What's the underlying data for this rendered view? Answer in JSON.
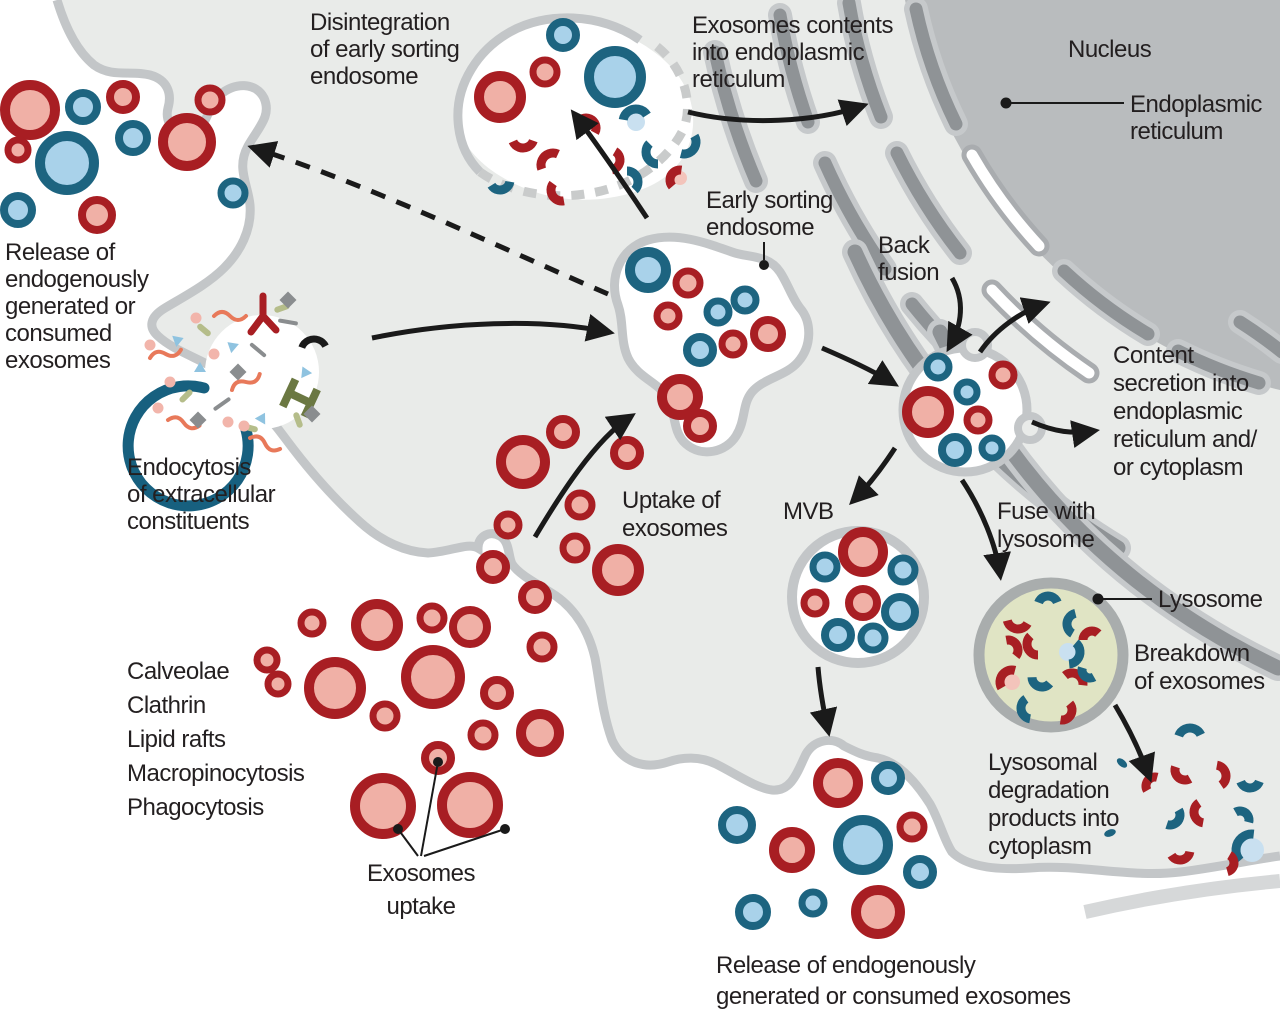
{
  "labels": {
    "disintegration": {
      "lines": [
        "Disintegration",
        "of early sorting",
        "endosome"
      ]
    },
    "exosome_contents": {
      "lines": [
        "Exosomes contents",
        "into endoplasmic",
        "reticulum"
      ]
    },
    "nucleus": {
      "lines": [
        "Nucleus"
      ]
    },
    "endoplasmic_reticulum": {
      "lines": [
        "Endoplasmic",
        "reticulum"
      ]
    },
    "release_top": {
      "lines": [
        "Release of",
        "endogenously",
        "generated or",
        "consumed",
        "exosomes"
      ]
    },
    "endocytosis": {
      "lines": [
        "Endocytosis",
        "of extracellular",
        "constituents"
      ]
    },
    "early_sorting_endosome": {
      "lines": [
        "Early sorting",
        "endosome"
      ]
    },
    "back_fusion": {
      "lines": [
        "Back",
        "fusion"
      ]
    },
    "content_secretion": {
      "lines": [
        "Content",
        "secretion into",
        "endoplasmic",
        "reticulum and/",
        "or cytoplasm"
      ]
    },
    "uptake_of_exosomes": {
      "lines": [
        "Uptake of",
        "exosomes"
      ]
    },
    "mvb": {
      "lines": [
        "MVB"
      ]
    },
    "fuse_with_lysosome": {
      "lines": [
        "Fuse with",
        "lysosome"
      ]
    },
    "lysosome": {
      "lines": [
        "Lysosome"
      ]
    },
    "breakdown": {
      "lines": [
        "Breakdown",
        "of exosomes"
      ]
    },
    "entry_routes": {
      "lines": [
        "Calveolae",
        "Clathrin",
        "Lipid rafts",
        "Macropinocytosis",
        "Phagocytosis"
      ]
    },
    "exosomes_uptake": {
      "lines": [
        "Exosomes",
        "uptake"
      ]
    },
    "lysosomal_degradation": {
      "lines": [
        "Lysosomal",
        "degradation",
        "products into",
        "cytoplasm"
      ]
    },
    "release_bottom": {
      "lines": [
        "Release of endogenously",
        "generated or consumed exosomes"
      ]
    }
  },
  "palette": {
    "background": "#ffffff",
    "cytoplasm": "#e9ebe9",
    "membrane": "#c3c6c8",
    "nucleus": "#b9bcbe",
    "er_dark": "#8f9396",
    "exosome_red_ring": "#a81e23",
    "exosome_red_fill": "#f0b0a6",
    "exosome_blue_ring": "#1d6480",
    "exosome_blue_fill": "#a9d2ea",
    "lysosome_fill": "#e0e4c4",
    "lysosome_ring": "#a9adad",
    "endocytosis_cup": "#17607f",
    "text": "#231f20",
    "arrow": "#1a1a1a"
  }
}
